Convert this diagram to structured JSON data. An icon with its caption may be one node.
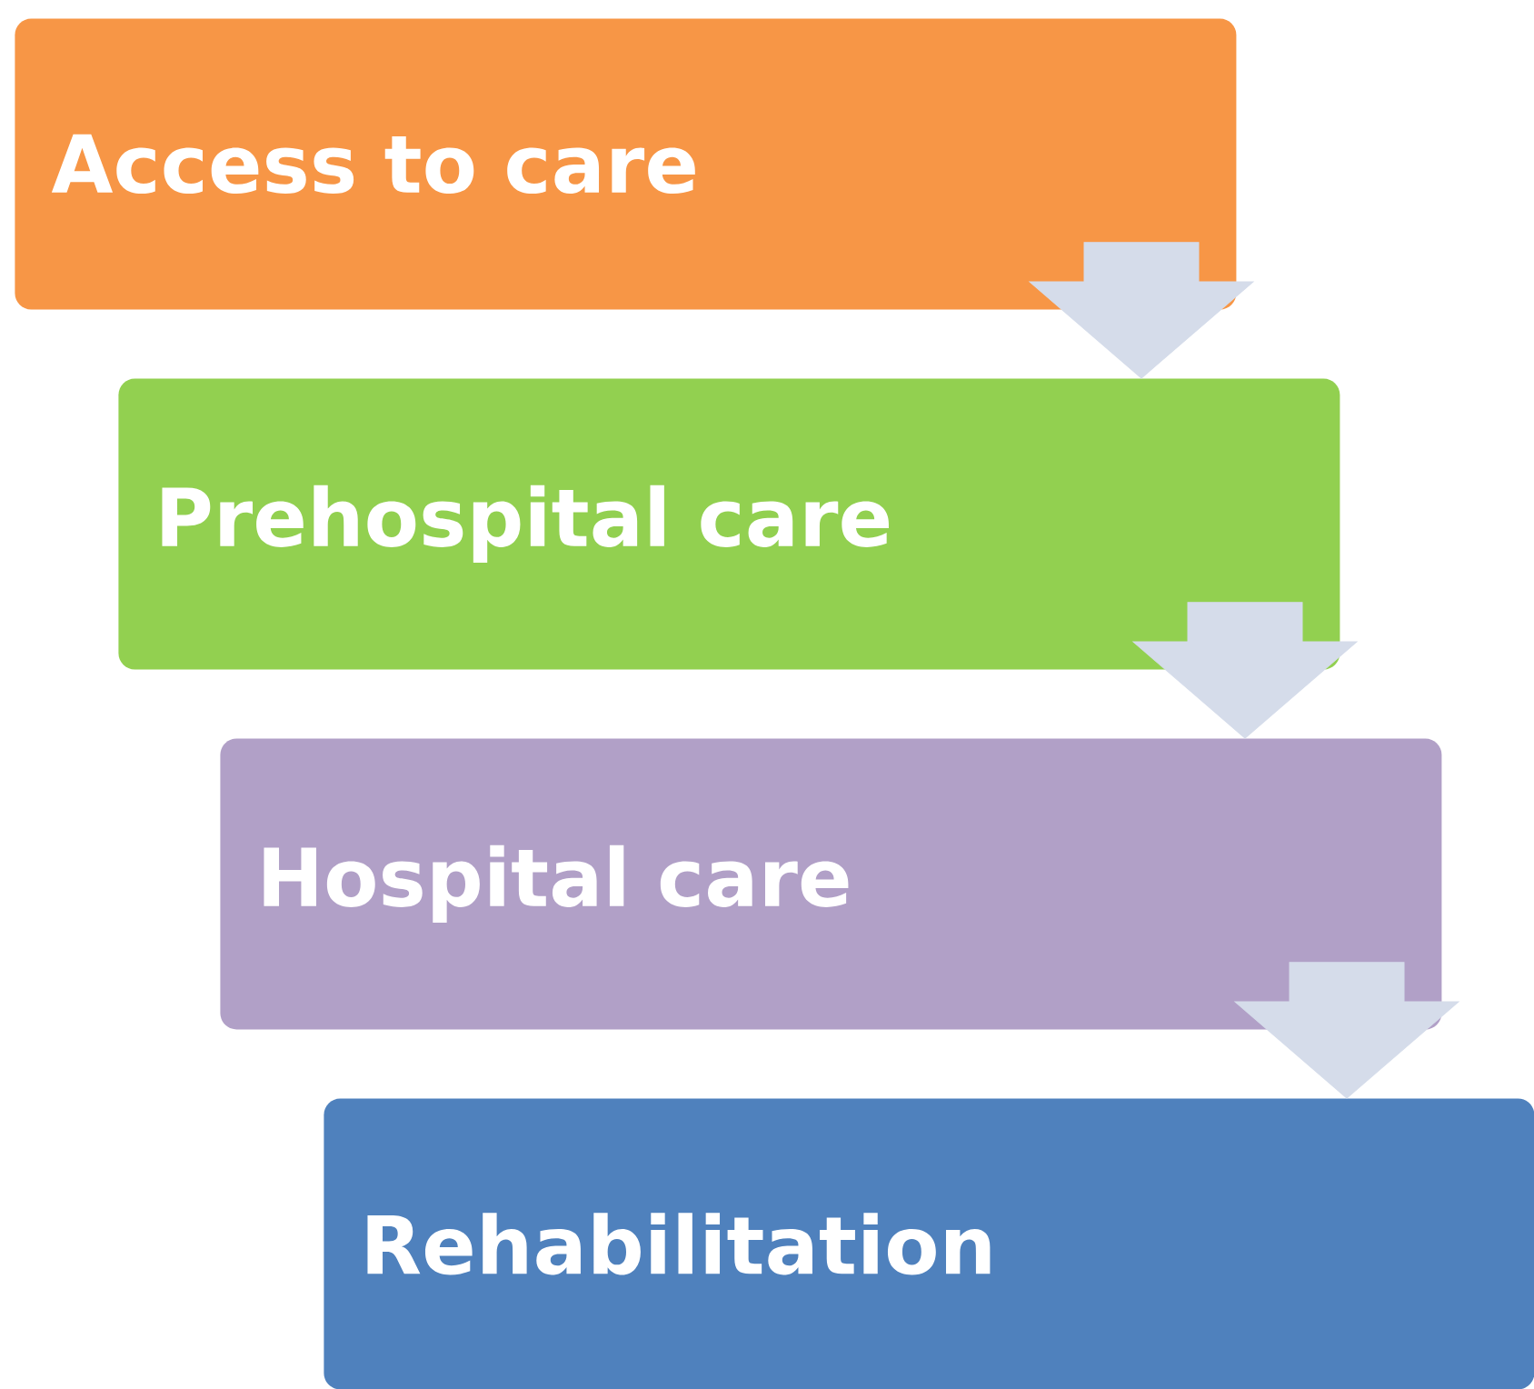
{
  "diagram": {
    "nodes": [
      {
        "text": [
          "Access to care"
        ]
      },
      {
        "text": [
          "Prehospital care"
        ]
      },
      {
        "text": [
          "Hospital care"
        ]
      },
      {
        "text": [
          "Rehabilitation"
        ]
      }
    ],
    "edges": [
      {
        "from": 0,
        "to": 1,
        "arrow": "to"
      },
      {
        "from": 1,
        "to": 2,
        "arrow": "to"
      },
      {
        "from": 2,
        "to": 3,
        "arrow": "to"
      }
    ]
  }
}
